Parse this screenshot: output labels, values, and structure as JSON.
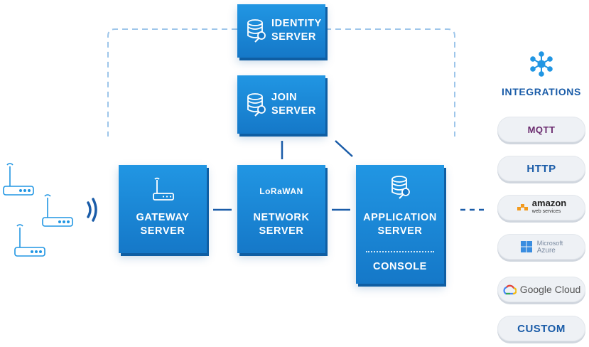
{
  "colors": {
    "accent": "#1a82d4",
    "dark_blue": "#1a5ca8",
    "pill_bg": "#eef1f5"
  },
  "servers": {
    "identity": {
      "label": "IDENTITY\nSERVER",
      "icon": "database-key-icon"
    },
    "join": {
      "label": "JOIN\nSERVER",
      "icon": "database-key-icon"
    },
    "gateway": {
      "label": "GATEWAY\nSERVER",
      "icon": "router-icon"
    },
    "network": {
      "label": "NETWORK\nSERVER",
      "logo": "LoRaWAN",
      "icon": "lorawan-logo"
    },
    "application": {
      "label": "APPLICATION\nSERVER",
      "console": "CONSOLE",
      "icon": "database-key-icon"
    }
  },
  "integrations": {
    "title": "INTEGRATIONS",
    "icon": "network-hub-icon",
    "items": [
      {
        "name": "MQTT",
        "type": "logo"
      },
      {
        "name": "HTTP",
        "type": "text"
      },
      {
        "name": "amazon",
        "subtitle": "web services",
        "type": "logo"
      },
      {
        "name": "Microsoft",
        "subtitle": "Azure",
        "type": "logo"
      },
      {
        "name": "Google Cloud",
        "type": "logo"
      },
      {
        "name": "CUSTOM",
        "type": "text"
      }
    ]
  },
  "devices": {
    "icon": "router-icon",
    "count": 3,
    "signal_icon": "wireless-signal-icon"
  }
}
